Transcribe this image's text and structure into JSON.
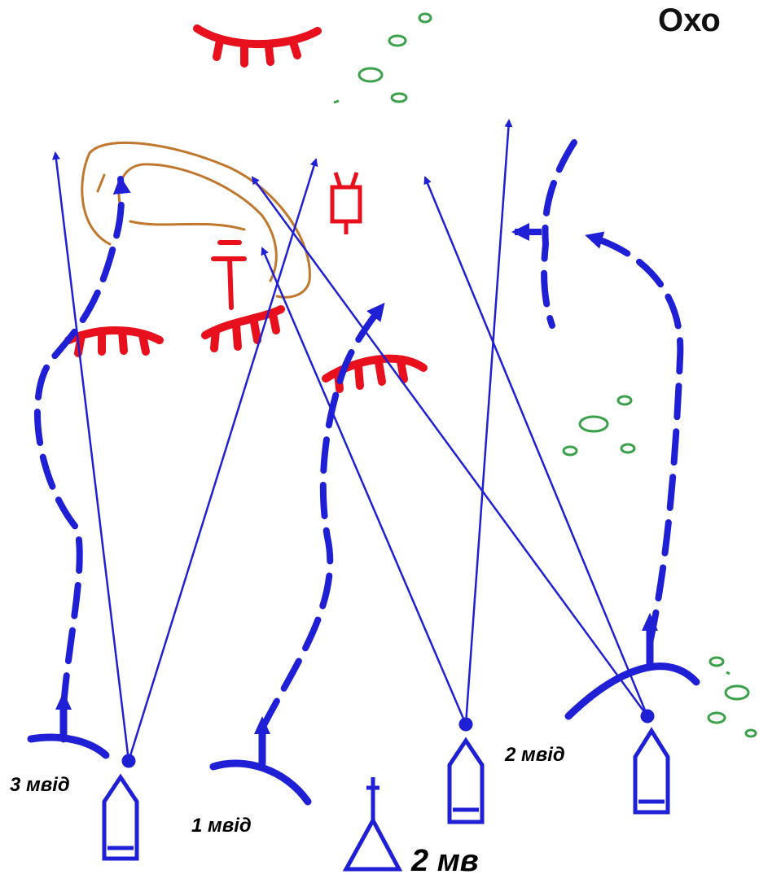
{
  "title": "Охо",
  "labels": {
    "third_platoon": "3 мвід",
    "first_platoon": "1 мвід",
    "second_platoon": "2 мвід",
    "company": "2 мв"
  },
  "colors": {
    "friendly": "#1f1fd6",
    "enemy": "#e8101c",
    "terrain": "#c0772e",
    "bushes": "#3aa14a"
  },
  "icons": {
    "vehicle": "ifv-vehicle-icon",
    "command_post": "company-command-post-icon",
    "enemy_position": "enemy-trench-icon",
    "enemy_tank": "enemy-tank-icon",
    "enemy_gun": "enemy-antitank-gun-icon",
    "hill": "hill-contour-icon",
    "bushes": "bushes-icon"
  }
}
